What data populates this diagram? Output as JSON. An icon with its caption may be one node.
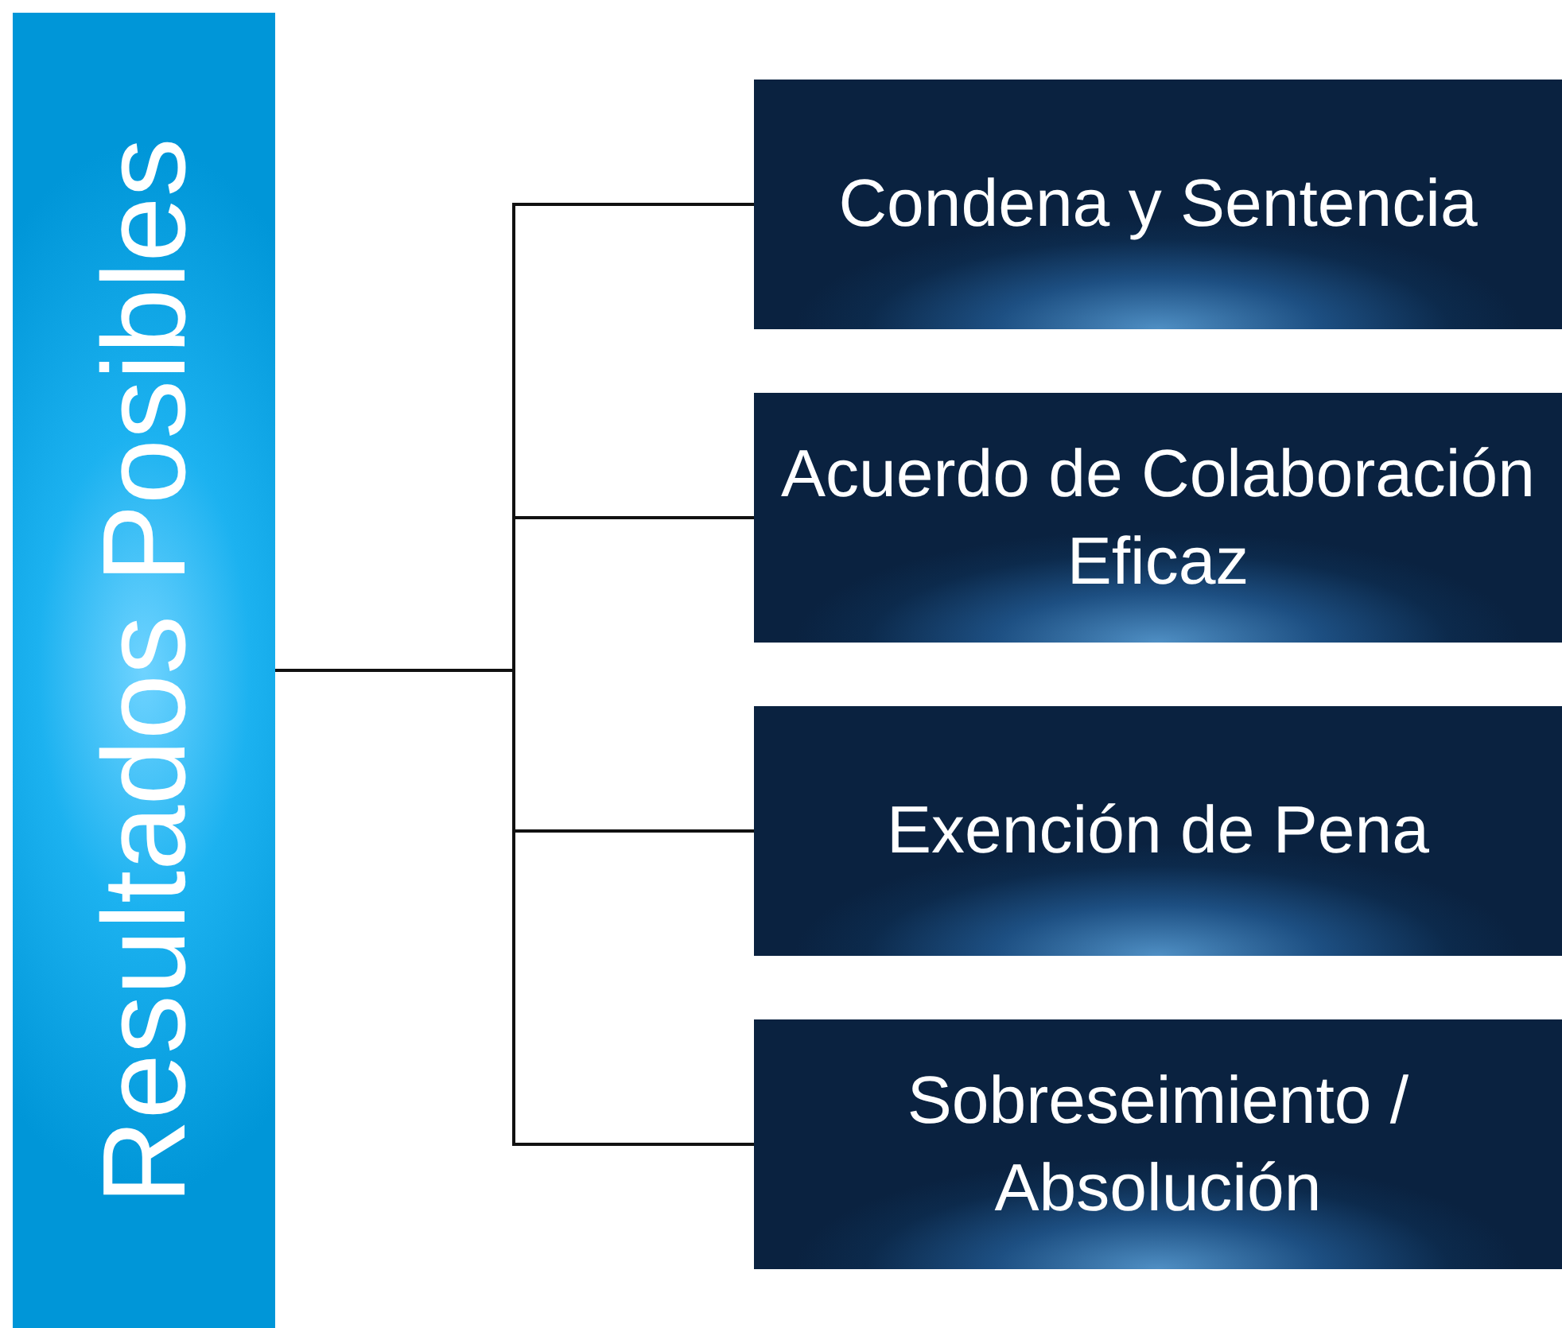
{
  "diagram": {
    "nodes": [
      {
        "text": [
          "Resultados Posibles"
        ]
      },
      {
        "text": [
          "Condena y Sentencia"
        ]
      },
      {
        "text": [
          "Acuerdo de Colaboración Eficaz"
        ]
      },
      {
        "text": [
          "Exención de Pena"
        ]
      },
      {
        "text": [
          "Sobreseimiento / Absolución"
        ]
      }
    ],
    "edges": [
      {
        "from": 0,
        "to": 1,
        "arrow": "none"
      },
      {
        "from": 0,
        "to": 2,
        "arrow": "none"
      },
      {
        "from": 0,
        "to": 3,
        "arrow": "none"
      },
      {
        "from": 0,
        "to": 4,
        "arrow": "none"
      }
    ]
  }
}
